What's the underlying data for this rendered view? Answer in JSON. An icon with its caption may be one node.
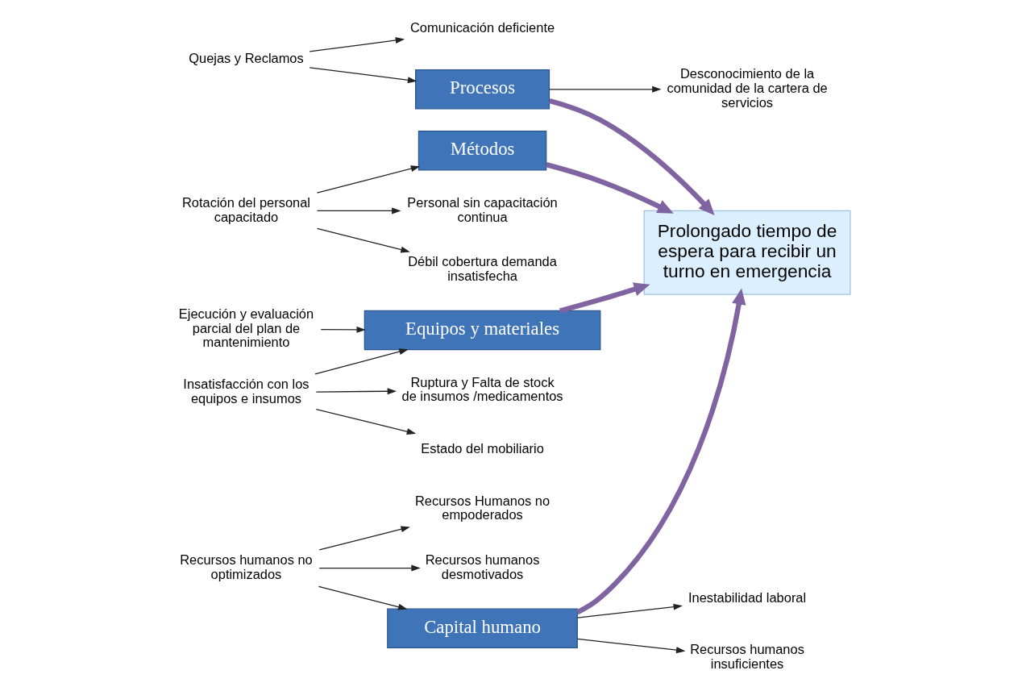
{
  "diagram": {
    "nodes": [
      {
        "text": [
          "Procesos"
        ]
      },
      {
        "text": [
          "Métodos"
        ]
      },
      {
        "text": [
          "Quejas y Reclamos"
        ]
      },
      {
        "text": [
          "Rotación del personal capacitado"
        ]
      },
      {
        "text": [
          "Personal sin capacitación continua"
        ]
      },
      {
        "text": [
          "Comunicación deficiente"
        ]
      },
      {
        "text": [
          "Desconocimiento de la comunidad de la cartera de servicios"
        ]
      },
      {
        "text": [
          "Débil cobertura demanda insatisfecha"
        ]
      },
      {
        "text": [
          "Prolongado tiempo de espera para recibir un turno en emergencia"
        ]
      },
      {
        "text": [
          "Ejecución y evaluación parcial del plan de mantenimiento"
        ]
      },
      {
        "text": [
          "Inestabilidad laboral"
        ]
      },
      {
        "text": [
          "Insatisfacción con los equipos e insumos"
        ]
      },
      {
        "text": [
          "Recursos humanos insuficientes"
        ]
      },
      {
        "text": [
          "Recursos humanos no optimizados"
        ]
      },
      {
        "text": [
          "Estado del mobiliario"
        ]
      },
      {
        "text": [
          "Recursos Humanos no empoderados"
        ]
      },
      {
        "text": [
          "Ruptura y Falta de stock de insumos /medicamentos"
        ]
      },
      {
        "text": [
          "Recursos humanos desmotivados"
        ]
      },
      {
        "text": [
          "Equipos y materiales"
        ]
      },
      {
        "text": [
          "Capital humano"
        ]
      }
    ],
    "edges": [
      {
        "from": 2,
        "to": 0,
        "arrow": "to"
      },
      {
        "from": 2,
        "to": 5,
        "arrow": "to"
      },
      {
        "from": 0,
        "to": 6,
        "arrow": "to"
      },
      {
        "from": 3,
        "to": 1,
        "arrow": "to"
      },
      {
        "from": 3,
        "to": 4,
        "arrow": "to"
      },
      {
        "from": 3,
        "to": 7,
        "arrow": "to"
      },
      {
        "from": 9,
        "to": 18,
        "arrow": "to"
      },
      {
        "from": 11,
        "to": 18,
        "arrow": "to"
      },
      {
        "from": 11,
        "to": 14,
        "arrow": "to"
      },
      {
        "from": 11,
        "to": 16,
        "arrow": "to"
      },
      {
        "from": 19,
        "to": 10,
        "arrow": "to"
      },
      {
        "from": 19,
        "to": 12,
        "arrow": "to"
      },
      {
        "from": 13,
        "to": 19,
        "arrow": "to"
      },
      {
        "from": 13,
        "to": 15,
        "arrow": "to"
      },
      {
        "from": 13,
        "to": 17,
        "arrow": "to"
      },
      {
        "from": 0,
        "to": 8,
        "arrow": "to",
        "style": "thick",
        "color": "#8064a2"
      },
      {
        "from": 1,
        "to": 8,
        "arrow": "to",
        "style": "thick",
        "color": "#8064a2"
      },
      {
        "from": 18,
        "to": 8,
        "arrow": "to",
        "style": "thick",
        "color": "#8064a2"
      },
      {
        "from": 19,
        "to": 8,
        "arrow": "to",
        "style": "thick",
        "color": "#8064a2"
      }
    ]
  }
}
